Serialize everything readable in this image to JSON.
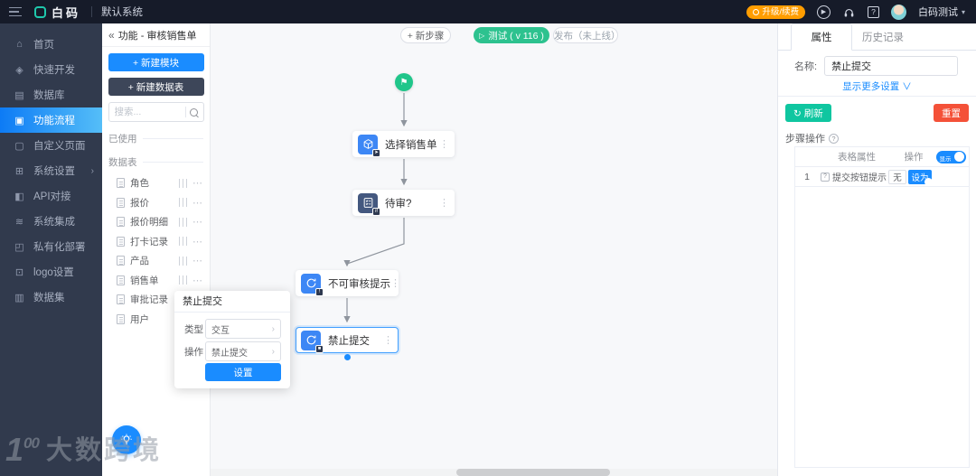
{
  "topbar": {
    "logo_text": "白码",
    "system_name": "默认系统",
    "upgrade_label": "升级/续费",
    "play_icon": "▶",
    "book_icon": "?",
    "user_name": "白码测试",
    "caret": "▾"
  },
  "sidebar": {
    "items": [
      {
        "icon": "⌂",
        "label": "首页"
      },
      {
        "icon": "◈",
        "label": "快速开发"
      },
      {
        "icon": "▤",
        "label": "数据库"
      },
      {
        "icon": "▣",
        "label": "功能流程"
      },
      {
        "icon": "▢",
        "label": "自定义页面"
      },
      {
        "icon": "⊞",
        "label": "系统设置",
        "chevron": "›"
      },
      {
        "icon": "◧",
        "label": "API对接"
      },
      {
        "icon": "≋",
        "label": "系统集成"
      },
      {
        "icon": "◰",
        "label": "私有化部署"
      },
      {
        "icon": "⊡",
        "label": "logo设置"
      },
      {
        "icon": "▥",
        "label": "数据集"
      }
    ]
  },
  "subpanel": {
    "back_icon": "«",
    "title": "功能 - 审核销售单",
    "new_module_label": "+ 新建模块",
    "new_table_label": "+ 新建数据表",
    "search_placeholder": "搜索...",
    "section_used": "已使用",
    "section_tables": "数据表",
    "more_icon": "⋯",
    "tables": [
      "角色",
      "报价",
      "报价明细",
      "打卡记录",
      "产品",
      "销售单",
      "审批记录",
      "用户"
    ]
  },
  "canvas": {
    "toolbar": {
      "new_step": "+ 新步骤",
      "test_icon": "▷",
      "test": "测试 ( v 116 )",
      "publish": "发布（未上线）"
    },
    "start_flag": "⚑",
    "node_menu_icon": "⋮",
    "nodes": [
      {
        "label": "选择销售单"
      },
      {
        "label": "待审?",
        "badge": "if"
      },
      {
        "label": "不可审核提示",
        "badge": "!"
      },
      {
        "label": "禁止提交",
        "badge": "■",
        "selected": true
      }
    ]
  },
  "popup": {
    "title": "禁止提交",
    "type_label": "类型",
    "type_value": "交互",
    "op_label": "操作",
    "op_value": "禁止提交",
    "arrow": "›",
    "button": "设置"
  },
  "inspector": {
    "tab_properties": "属性",
    "tab_history": "历史记录",
    "name_label": "名称:",
    "name_value": "禁止提交",
    "more_settings": "显示更多设置 ∨",
    "refresh_label": "↻ 刷新",
    "reset_label": "重置",
    "step_ops_label": "步骤操作",
    "help_icon": "?",
    "table": {
      "col_prop": "表格属性",
      "col_op": "操作",
      "show_label": "显示",
      "rows": [
        {
          "index": "1",
          "help": "?",
          "prop": "提交按钮提示",
          "op_none": "无",
          "op_set": "设为"
        }
      ]
    }
  },
  "watermark": {
    "num": "1",
    "sup": "00",
    "text": "大数跨境"
  },
  "colors": {
    "accent_blue": "#1a8cff",
    "green": "#2dc28f",
    "teal": "#0fc6a0",
    "red": "#f45138",
    "topbar_bg": "#161b29",
    "sidebar_bg": "#313a4d"
  }
}
